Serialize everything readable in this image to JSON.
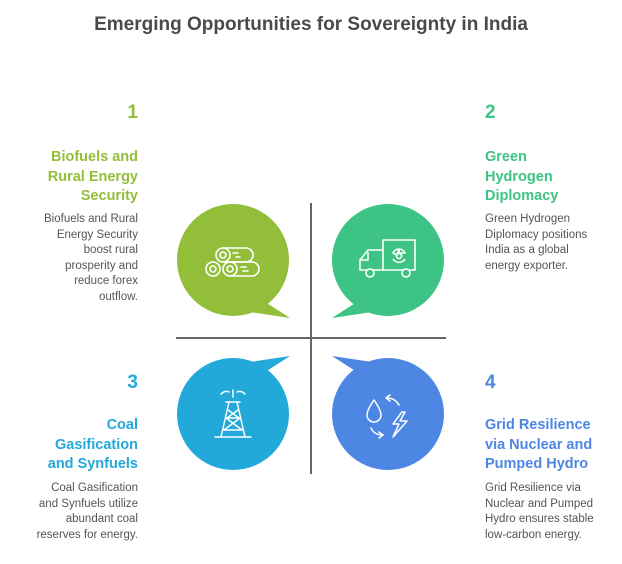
{
  "title": "Emerging Opportunities for Sovereignty in India",
  "colors": {
    "q1": "#92BE3A",
    "q2": "#3DC383",
    "q3": "#23A8DA",
    "q4": "#4E86E4",
    "divider": "#666666",
    "title": "#4a4a4a",
    "body": "#555555"
  },
  "quadrants": [
    {
      "number": "1",
      "heading_lines": [
        "Biofuels and",
        "Rural Energy",
        "Security"
      ],
      "desc_lines": [
        "Biofuels and Rural",
        "Energy Security",
        "boost rural",
        "prosperity and",
        "reduce forex",
        "outflow."
      ],
      "icon": "logs-icon"
    },
    {
      "number": "2",
      "heading_lines": [
        "Green",
        "Hydrogen",
        "Diplomacy"
      ],
      "desc_lines": [
        "Green Hydrogen",
        "Diplomacy positions",
        "India as a global",
        "energy exporter."
      ],
      "icon": "hazard-truck-icon"
    },
    {
      "number": "3",
      "heading_lines": [
        "Coal",
        "Gasification",
        "and Synfuels"
      ],
      "desc_lines": [
        "Coal Gasification",
        "and Synfuels utilize",
        "abundant coal",
        "reserves for energy."
      ],
      "icon": "drilling-tower-icon"
    },
    {
      "number": "4",
      "heading_lines": [
        "Grid Resilience",
        "via Nuclear and",
        "Pumped Hydro"
      ],
      "desc_lines": [
        "Grid Resilience via",
        "Nuclear and Pumped",
        "Hydro ensures stable",
        "low-carbon energy."
      ],
      "icon": "water-energy-cycle-icon"
    }
  ]
}
